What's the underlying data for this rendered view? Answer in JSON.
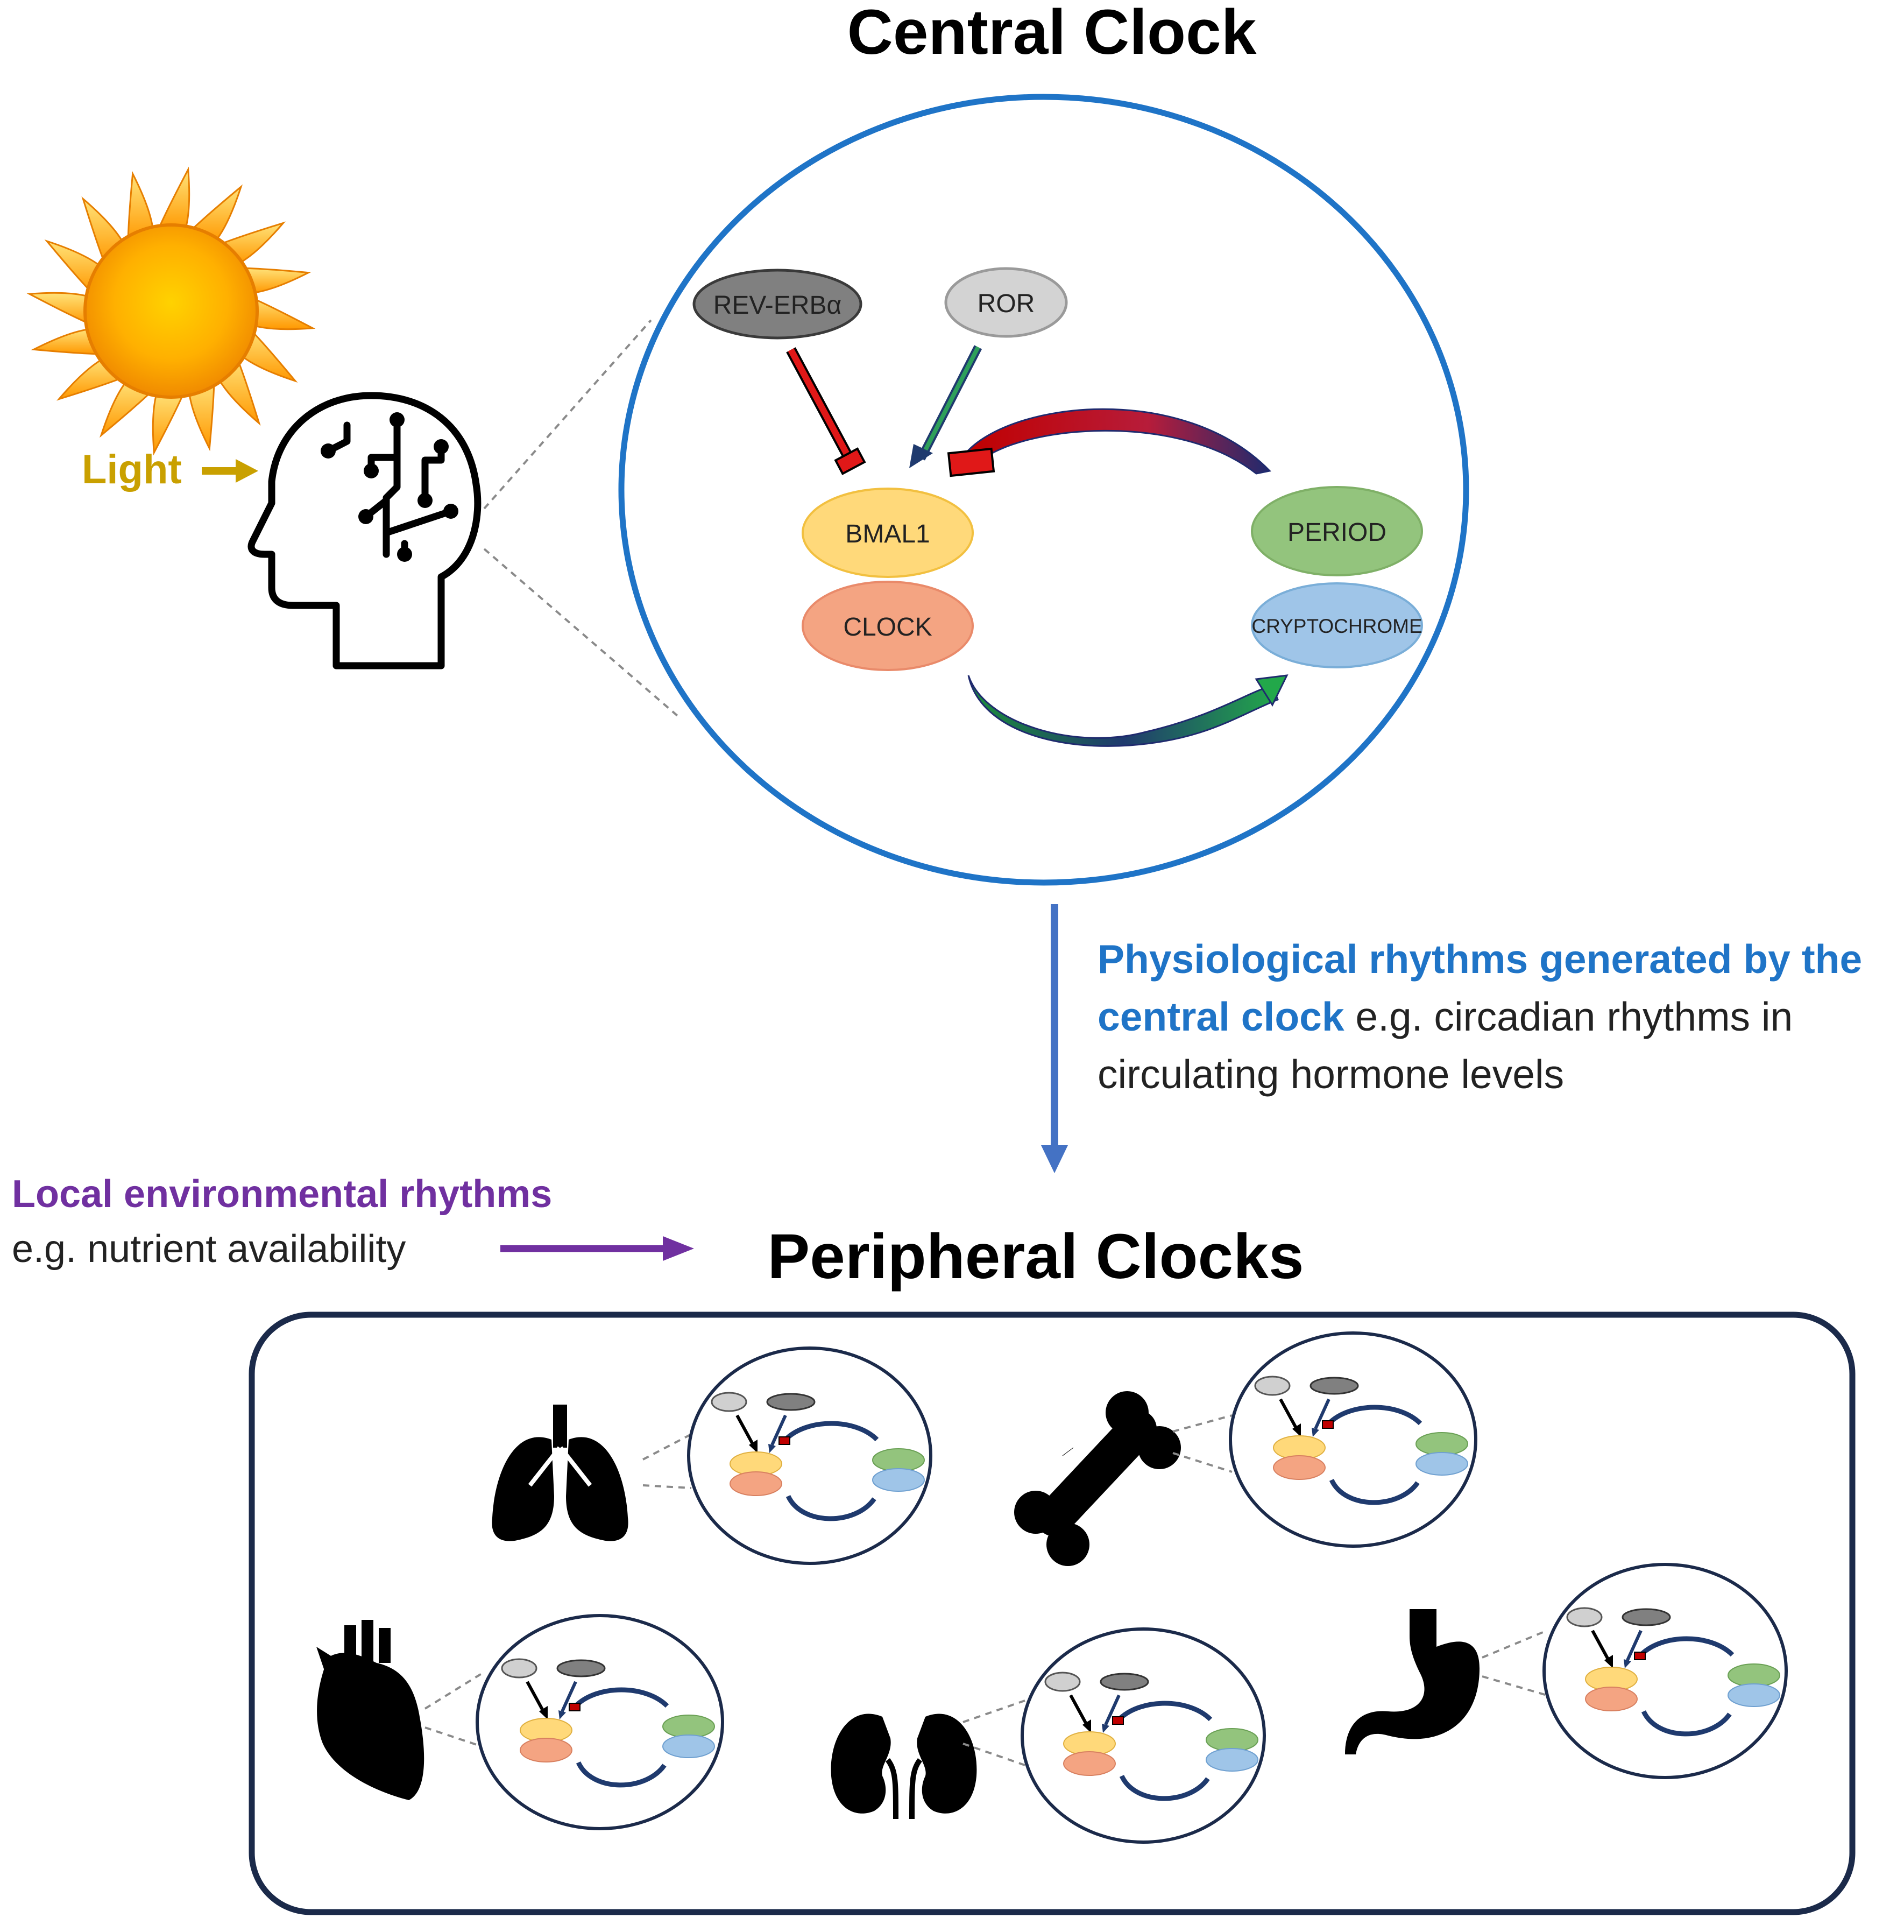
{
  "titles": {
    "central": "Central Clock",
    "peripheral": "Peripheral Clocks"
  },
  "light_label": "Light",
  "central_clock": {
    "nodes": {
      "rev_erb": "REV-ERBα",
      "ror": "ROR",
      "bmal1": "BMAL1",
      "clock": "CLOCK",
      "period": "PERIOD",
      "cryptochrome": "CRYPTOCHROME"
    }
  },
  "physiological_text": {
    "highlight_line1": "Physiological  rhythms generated by the",
    "highlight_line2": "central clock",
    "rest_line2": " e.g. circadian rhythms in",
    "line3": "circulating hormone levels"
  },
  "local_text": {
    "highlight": "Local environmental rhythms",
    "example": "e.g. nutrient availability"
  },
  "organs": [
    "lungs-icon",
    "bone-icon",
    "heart-icon",
    "kidneys-icon",
    "stomach-icon"
  ],
  "colors": {
    "light": "#c9a000",
    "blue_circle": "#1f74c7",
    "blue_text": "#1f74c7",
    "purple": "#7030a0",
    "down_arrow": "#4472c4",
    "peripheral_frame": "#1b2a4a",
    "bmal1_fill": "#ffd97a",
    "clock_fill": "#f4a482",
    "period_fill": "#93c47d",
    "cry_fill": "#9fc5e8",
    "rev_fill": "#808080",
    "ror_fill": "#d0d0d0"
  }
}
